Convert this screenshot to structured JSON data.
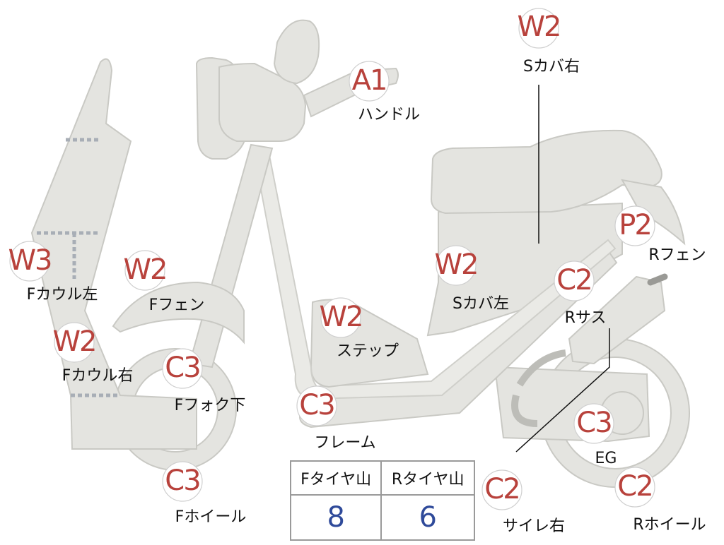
{
  "parts": [
    {
      "key": "handle",
      "code": "A1",
      "label": "ハンドル"
    },
    {
      "key": "seat_cover_right",
      "code": "W2",
      "label": "Sカバ右"
    },
    {
      "key": "front_cowl_left",
      "code": "W3",
      "label": "Fカウル左"
    },
    {
      "key": "front_fender",
      "code": "W2",
      "label": "Fフェン"
    },
    {
      "key": "front_cowl_right",
      "code": "W2",
      "label": "Fカウル右"
    },
    {
      "key": "front_fork_lower",
      "code": "C3",
      "label": "Fフォク下"
    },
    {
      "key": "step",
      "code": "W2",
      "label": "ステップ"
    },
    {
      "key": "seat_cover_left",
      "code": "W2",
      "label": "Sカバ左"
    },
    {
      "key": "rear_fender",
      "code": "P2",
      "label": "Rフェン"
    },
    {
      "key": "rear_suspension",
      "code": "C2",
      "label": "Rサス"
    },
    {
      "key": "frame",
      "code": "C3",
      "label": "フレーム"
    },
    {
      "key": "front_wheel",
      "code": "C3",
      "label": "Fホイール"
    },
    {
      "key": "engine",
      "code": "C3",
      "label": "EG"
    },
    {
      "key": "muffler_right",
      "code": "C2",
      "label": "サイレ右"
    },
    {
      "key": "rear_wheel",
      "code": "C2",
      "label": "Rホイール"
    }
  ],
  "tire_table": {
    "headers": [
      "Fタイヤ山",
      "Rタイヤ山"
    ],
    "values": [
      "8",
      "6"
    ]
  },
  "colors": {
    "code_red": "#b8423c",
    "tire_value_blue": "#2f4a9a",
    "part_gray": "#e4e4e0",
    "dotted_line": "#a8aeb6"
  }
}
